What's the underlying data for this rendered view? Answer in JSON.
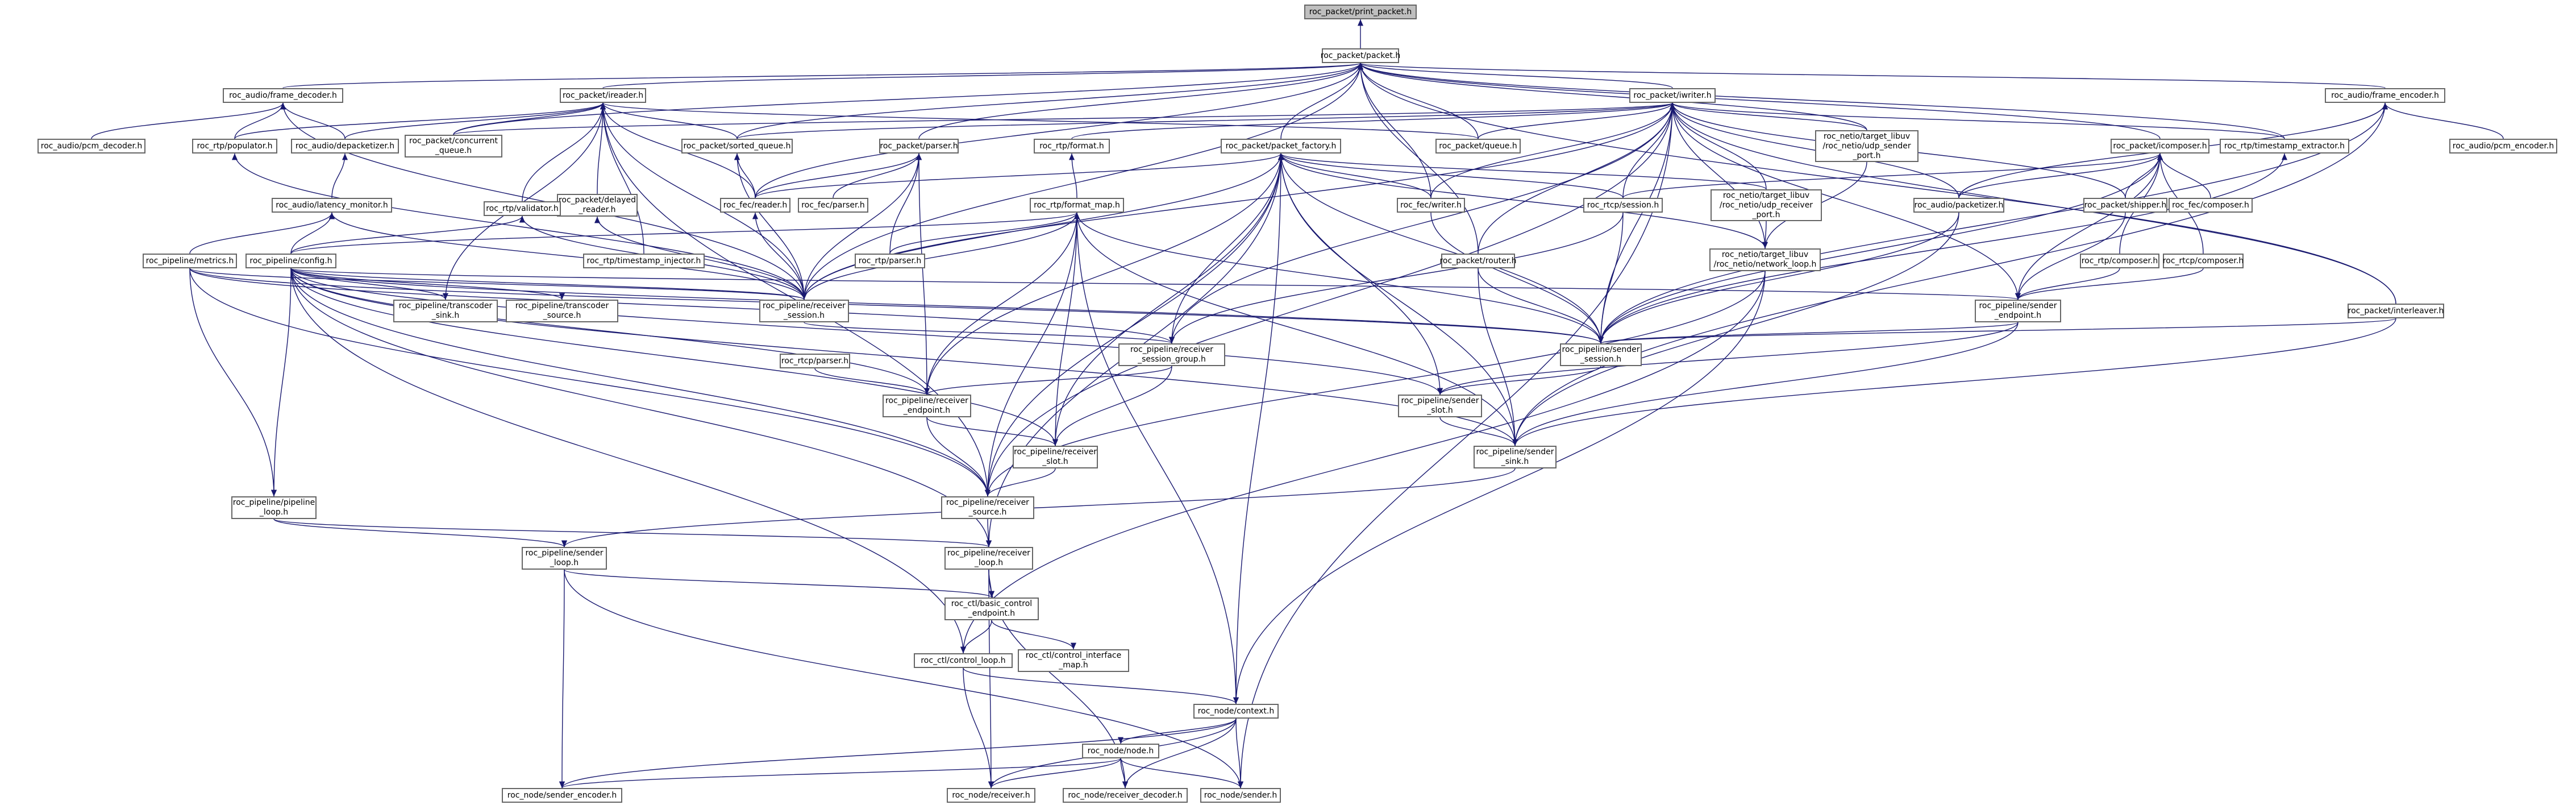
{
  "colors": {
    "edge": "#191970",
    "border": "#666666",
    "root_fill": "#bfbfbf",
    "fill": "#ffffff"
  },
  "nodes": [
    {
      "id": "print_packet",
      "label": "roc_packet/print_packet.h",
      "root": true
    },
    {
      "id": "packet",
      "label": "roc_packet/packet.h"
    },
    {
      "id": "frame_decoder",
      "label": "roc_audio/frame_decoder.h"
    },
    {
      "id": "packet_reader",
      "label": "roc_packet/ireader.h"
    },
    {
      "id": "packet_writer",
      "label": "roc_packet/iwriter.h"
    },
    {
      "id": "frame_encoder",
      "label": "roc_audio/frame_encoder.h"
    },
    {
      "id": "pcm_decoder",
      "label": "roc_audio/pcm_decoder.h"
    },
    {
      "id": "populator",
      "label": "roc_rtp/populator.h"
    },
    {
      "id": "depacketizer",
      "label": "roc_audio/depacketizer.h"
    },
    {
      "id": "concurrent_queue",
      "label": "roc_packet/concurrent\n_queue.h"
    },
    {
      "id": "sorted_queue",
      "label": "roc_packet/sorted_queue.h"
    },
    {
      "id": "pparser",
      "label": "roc_packet/parser.h"
    },
    {
      "id": "rtp_format",
      "label": "roc_rtp/format.h"
    },
    {
      "id": "packet_factory",
      "label": "roc_packet/packet_factory.h"
    },
    {
      "id": "packet_queue",
      "label": "roc_packet/queue.h"
    },
    {
      "id": "udp_sender_port",
      "label": "roc_netio/target_libuv\n/roc_netio/udp_sender\n_port.h"
    },
    {
      "id": "icomposer",
      "label": "roc_packet/icomposer.h"
    },
    {
      "id": "timestamp_extractor",
      "label": "roc_rtp/timestamp_extractor.h"
    },
    {
      "id": "pcm_encoder",
      "label": "roc_audio/pcm_encoder.h"
    },
    {
      "id": "latency_monitor",
      "label": "roc_audio/latency_monitor.h"
    },
    {
      "id": "delayed_reader",
      "label": "roc_packet/delayed\n_reader.h"
    },
    {
      "id": "fec_reader",
      "label": "roc_fec/reader.h"
    },
    {
      "id": "fec_parser",
      "label": "roc_fec/parser.h"
    },
    {
      "id": "format_map",
      "label": "roc_rtp/format_map.h"
    },
    {
      "id": "fec_writer",
      "label": "roc_fec/writer.h"
    },
    {
      "id": "rtcp_session",
      "label": "roc_rtcp/session.h"
    },
    {
      "id": "udp_receiver_port",
      "label": "roc_netio/target_libuv\n/roc_netio/udp_receiver\n_port.h"
    },
    {
      "id": "packetizer",
      "label": "roc_audio/packetizer.h"
    },
    {
      "id": "shipper",
      "label": "roc_packet/shipper.h"
    },
    {
      "id": "fec_composer",
      "label": "roc_fec/composer.h"
    },
    {
      "id": "rtp_validator",
      "label": "roc_rtp/validator.h"
    },
    {
      "id": "metrics",
      "label": "roc_pipeline/metrics.h"
    },
    {
      "id": "pconfig",
      "label": "roc_pipeline/config.h"
    },
    {
      "id": "rtp_parser",
      "label": "roc_rtp/parser.h"
    },
    {
      "id": "timestamp_injector",
      "label": "roc_rtp/timestamp_injector.h"
    },
    {
      "id": "router",
      "label": "roc_packet/router.h"
    },
    {
      "id": "network_loop",
      "label": "roc_netio/target_libuv\n/roc_netio/network_loop.h"
    },
    {
      "id": "rtp_composer",
      "label": "roc_rtp/composer.h"
    },
    {
      "id": "rtcp_composer",
      "label": "roc_rtcp/composer.h"
    },
    {
      "id": "transcoder_sink",
      "label": "roc_pipeline/transcoder\n_sink.h"
    },
    {
      "id": "transcoder_source",
      "label": "roc_pipeline/transcoder\n_source.h"
    },
    {
      "id": "receiver_session",
      "label": "roc_pipeline/receiver\n_session.h"
    },
    {
      "id": "sender_endpoint",
      "label": "roc_pipeline/sender\n_endpoint.h"
    },
    {
      "id": "interleaver",
      "label": "roc_packet/interleaver.h"
    },
    {
      "id": "rtcp_parser",
      "label": "roc_rtcp/parser.h"
    },
    {
      "id": "receiver_session_group",
      "label": "roc_pipeline/receiver\n_session_group.h"
    },
    {
      "id": "sender_session",
      "label": "roc_pipeline/sender\n_session.h"
    },
    {
      "id": "receiver_endpoint",
      "label": "roc_pipeline/receiver\n_endpoint.h"
    },
    {
      "id": "sender_slot",
      "label": "roc_pipeline/sender\n_slot.h"
    },
    {
      "id": "receiver_slot",
      "label": "roc_pipeline/receiver\n_slot.h"
    },
    {
      "id": "sender_sink",
      "label": "roc_pipeline/sender\n_sink.h"
    },
    {
      "id": "pipeline_loop",
      "label": "roc_pipeline/pipeline\n_loop.h"
    },
    {
      "id": "receiver_source",
      "label": "roc_pipeline/receiver\n_source.h"
    },
    {
      "id": "sender_loop",
      "label": "roc_pipeline/sender\n_loop.h"
    },
    {
      "id": "receiver_loop",
      "label": "roc_pipeline/receiver\n_loop.h"
    },
    {
      "id": "basic_control_endpoint",
      "label": "roc_ctl/basic_control\n_endpoint.h"
    },
    {
      "id": "control_loop",
      "label": "roc_ctl/control_loop.h"
    },
    {
      "id": "control_interface_map",
      "label": "roc_ctl/control_interface\n_map.h"
    },
    {
      "id": "node_context",
      "label": "roc_node/context.h"
    },
    {
      "id": "node_node",
      "label": "roc_node/node.h"
    },
    {
      "id": "node_sender_encoder",
      "label": "roc_node/sender_encoder.h"
    },
    {
      "id": "node_receiver",
      "label": "roc_node/receiver.h"
    },
    {
      "id": "node_receiver_decoder",
      "label": "roc_node/receiver_decoder.h"
    },
    {
      "id": "node_sender",
      "label": "roc_node/sender.h"
    }
  ]
}
